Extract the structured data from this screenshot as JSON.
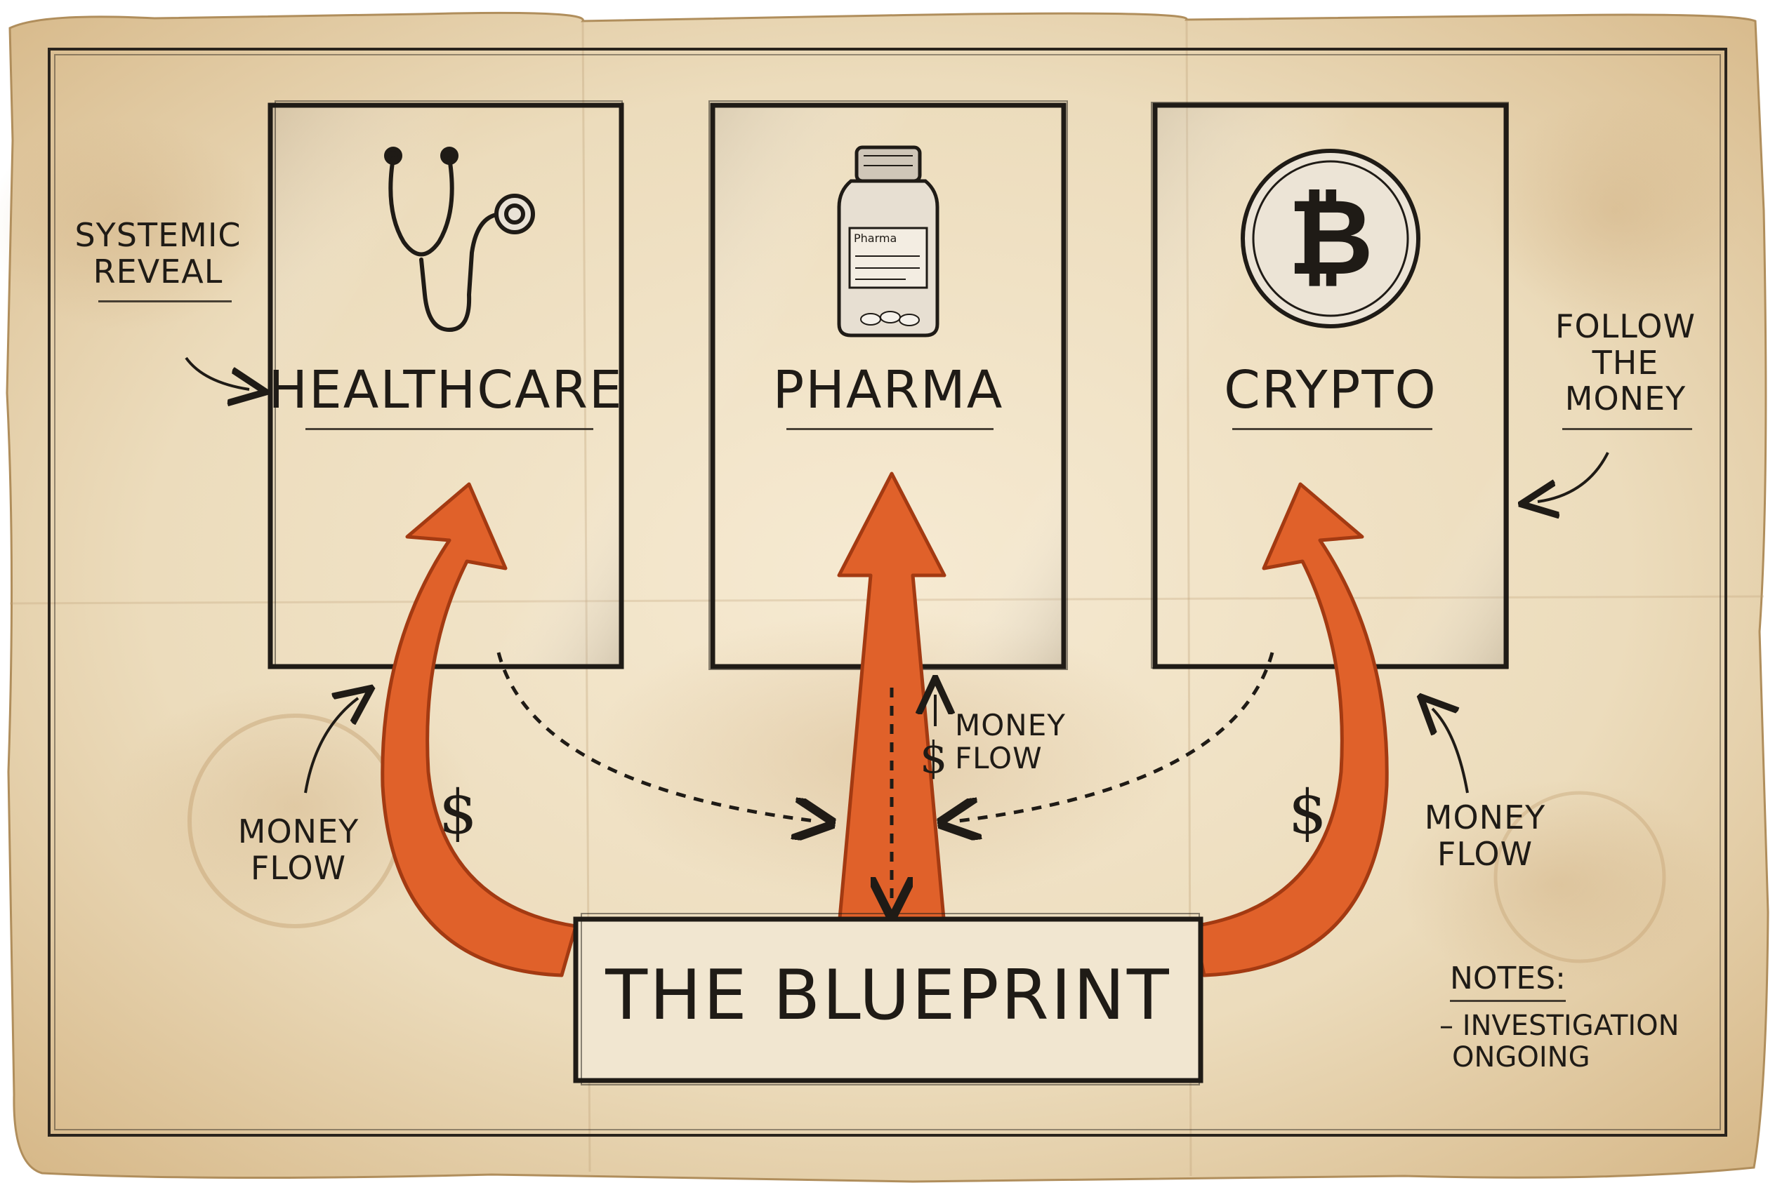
{
  "panels": [
    {
      "label": "HEALTHCARE",
      "icon": "stethoscope-icon"
    },
    {
      "label": "PHARMA",
      "icon": "pill-bottle-icon"
    },
    {
      "label": "CRYPTO",
      "icon": "bitcoin-coin-icon"
    }
  ],
  "annotations": {
    "systemic_reveal": [
      "SYSTEMIC",
      "REVEAL"
    ],
    "follow_the_money": [
      "FOLLOW",
      "THE",
      "MONEY"
    ],
    "money_flow_left": [
      "MONEY",
      "FLOW"
    ],
    "money_flow_center": [
      "MONEY",
      "FLOW"
    ],
    "money_flow_right": [
      "MONEY",
      "FLOW"
    ],
    "notes_title": "NOTES:",
    "notes_body": [
      "– INVESTIGATION",
      "ONGOING"
    ]
  },
  "symbols": {
    "dollar": "$",
    "bottle_label": "Pharma"
  },
  "blueprint": {
    "title": "THE BLUEPRINT"
  },
  "colors": {
    "paper": "#efe0c4",
    "paper_stain": "#c9a575",
    "ink": "#1f1b16",
    "arrow_orange": "#e0612a",
    "arrow_dark": "#a33a12"
  }
}
